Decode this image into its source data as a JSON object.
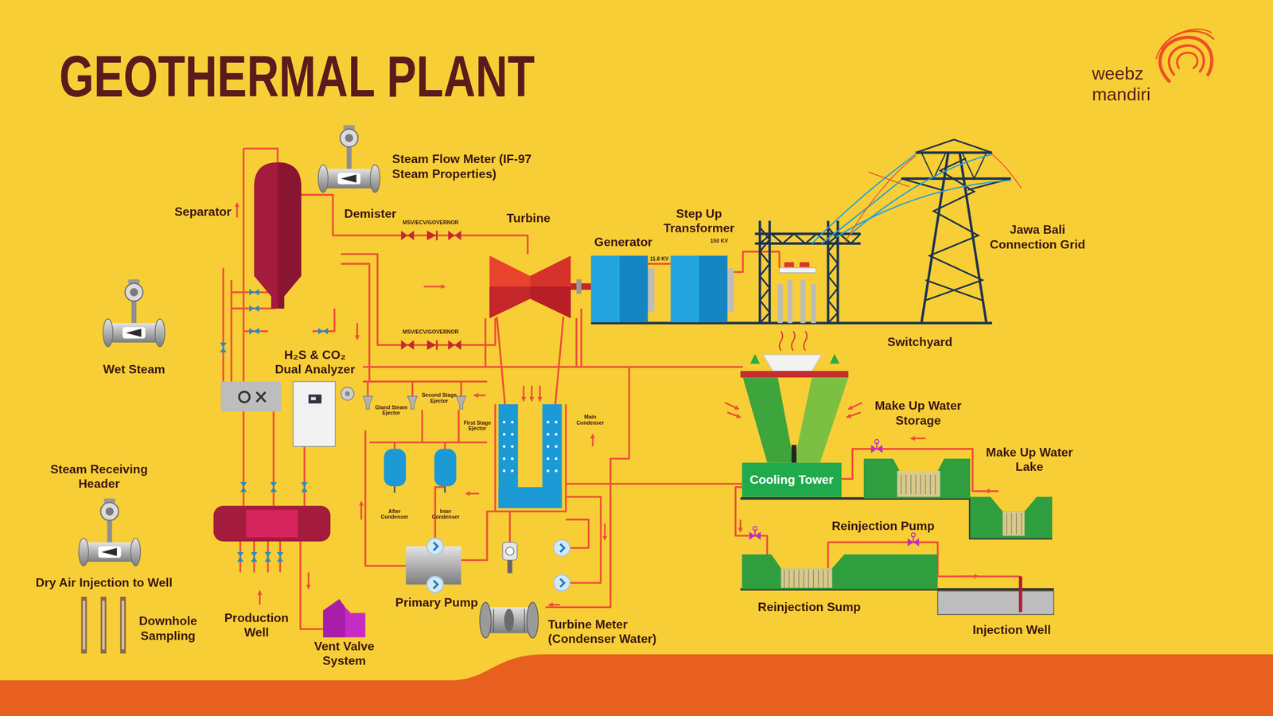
{
  "diagram": {
    "title": "GEOTHERMAL PLANT",
    "nodes": [
      {
        "text": [
          "Generator"
        ]
      },
      {
        "text": [
          "Step Up Transformer"
        ]
      },
      {
        "text": [
          "Cooling Tower"
        ]
      }
    ],
    "edges": [
      {
        "from": 0,
        "to": 1,
        "arrow": "none",
        "label": "11.8 KV"
      }
    ],
    "labels": [
      "weebz mandiri",
      "Steam Flow Meter (IF-97 Steam Properties)",
      "Separator",
      "Demister",
      "MSV/ECV/GOVERNOR",
      "Turbine",
      "MSV/ECV/GOVERNOR",
      "150 KV",
      "Jawa Bali Connection Grid",
      "Wet Steam",
      "H₂S & CO₂ Dual Analyzer",
      "Gland Steam Ejector",
      "Second Stage Ejector",
      "First Stage Ejector",
      "Main Condenser",
      "Switchyard",
      "Make Up Water Storage",
      "Make Up Water Lake",
      "Steam Receiving Header",
      "After Condenser",
      "Inter Condenser",
      "Reinjection Pump",
      "Dry Air Injection to Well",
      "Primary Pump",
      "Reinjection Sump",
      "Production Well",
      "Downhole Sampling",
      "Turbine Meter (Condenser Water)",
      "Injection Well",
      "Vent Valve System"
    ]
  }
}
